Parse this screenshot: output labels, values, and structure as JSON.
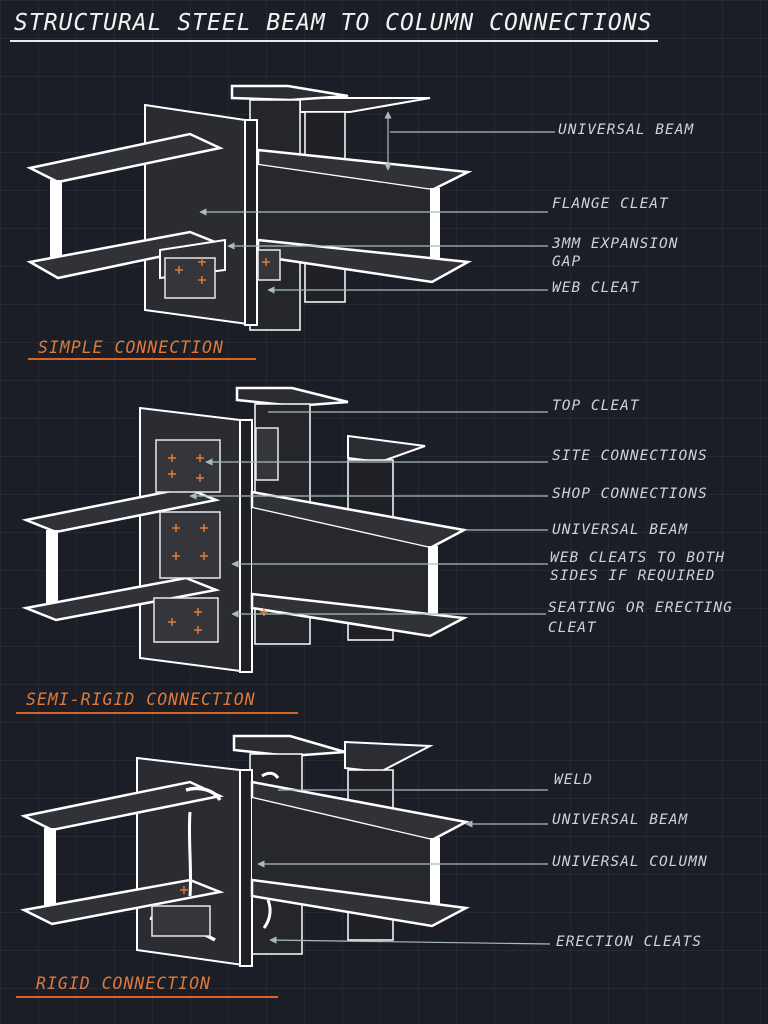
{
  "title": "STRUCTURAL STEEL BEAM TO COLUMN CONNECTIONS",
  "colors": {
    "background": "#1b1e26",
    "steel_face": "#2b2d33",
    "steel_dark": "#1f2126",
    "edge": "#ffffff",
    "leader": "#a9bcbb",
    "callout_text": "#c8d6d4",
    "label_orange": "#e0793a"
  },
  "sections": [
    {
      "label": "SIMPLE CONNECTION",
      "callouts": [
        "UNIVERSAL BEAM",
        "FLANGE CLEAT",
        "3MM EXPANSION",
        "GAP",
        "WEB CLEAT"
      ]
    },
    {
      "label": "SEMI-RIGID CONNECTION",
      "callouts": [
        "TOP CLEAT",
        "SITE CONNECTIONS",
        "SHOP CONNECTIONS",
        "UNIVERSAL BEAM",
        "WEB CLEATS TO BOTH",
        "SIDES IF REQUIRED",
        "SEATING OR ERECTING",
        "CLEAT"
      ]
    },
    {
      "label": "RIGID CONNECTION",
      "callouts": [
        "WELD",
        "UNIVERSAL BEAM",
        "UNIVERSAL COLUMN",
        "ERECTION CLEATS"
      ]
    }
  ]
}
